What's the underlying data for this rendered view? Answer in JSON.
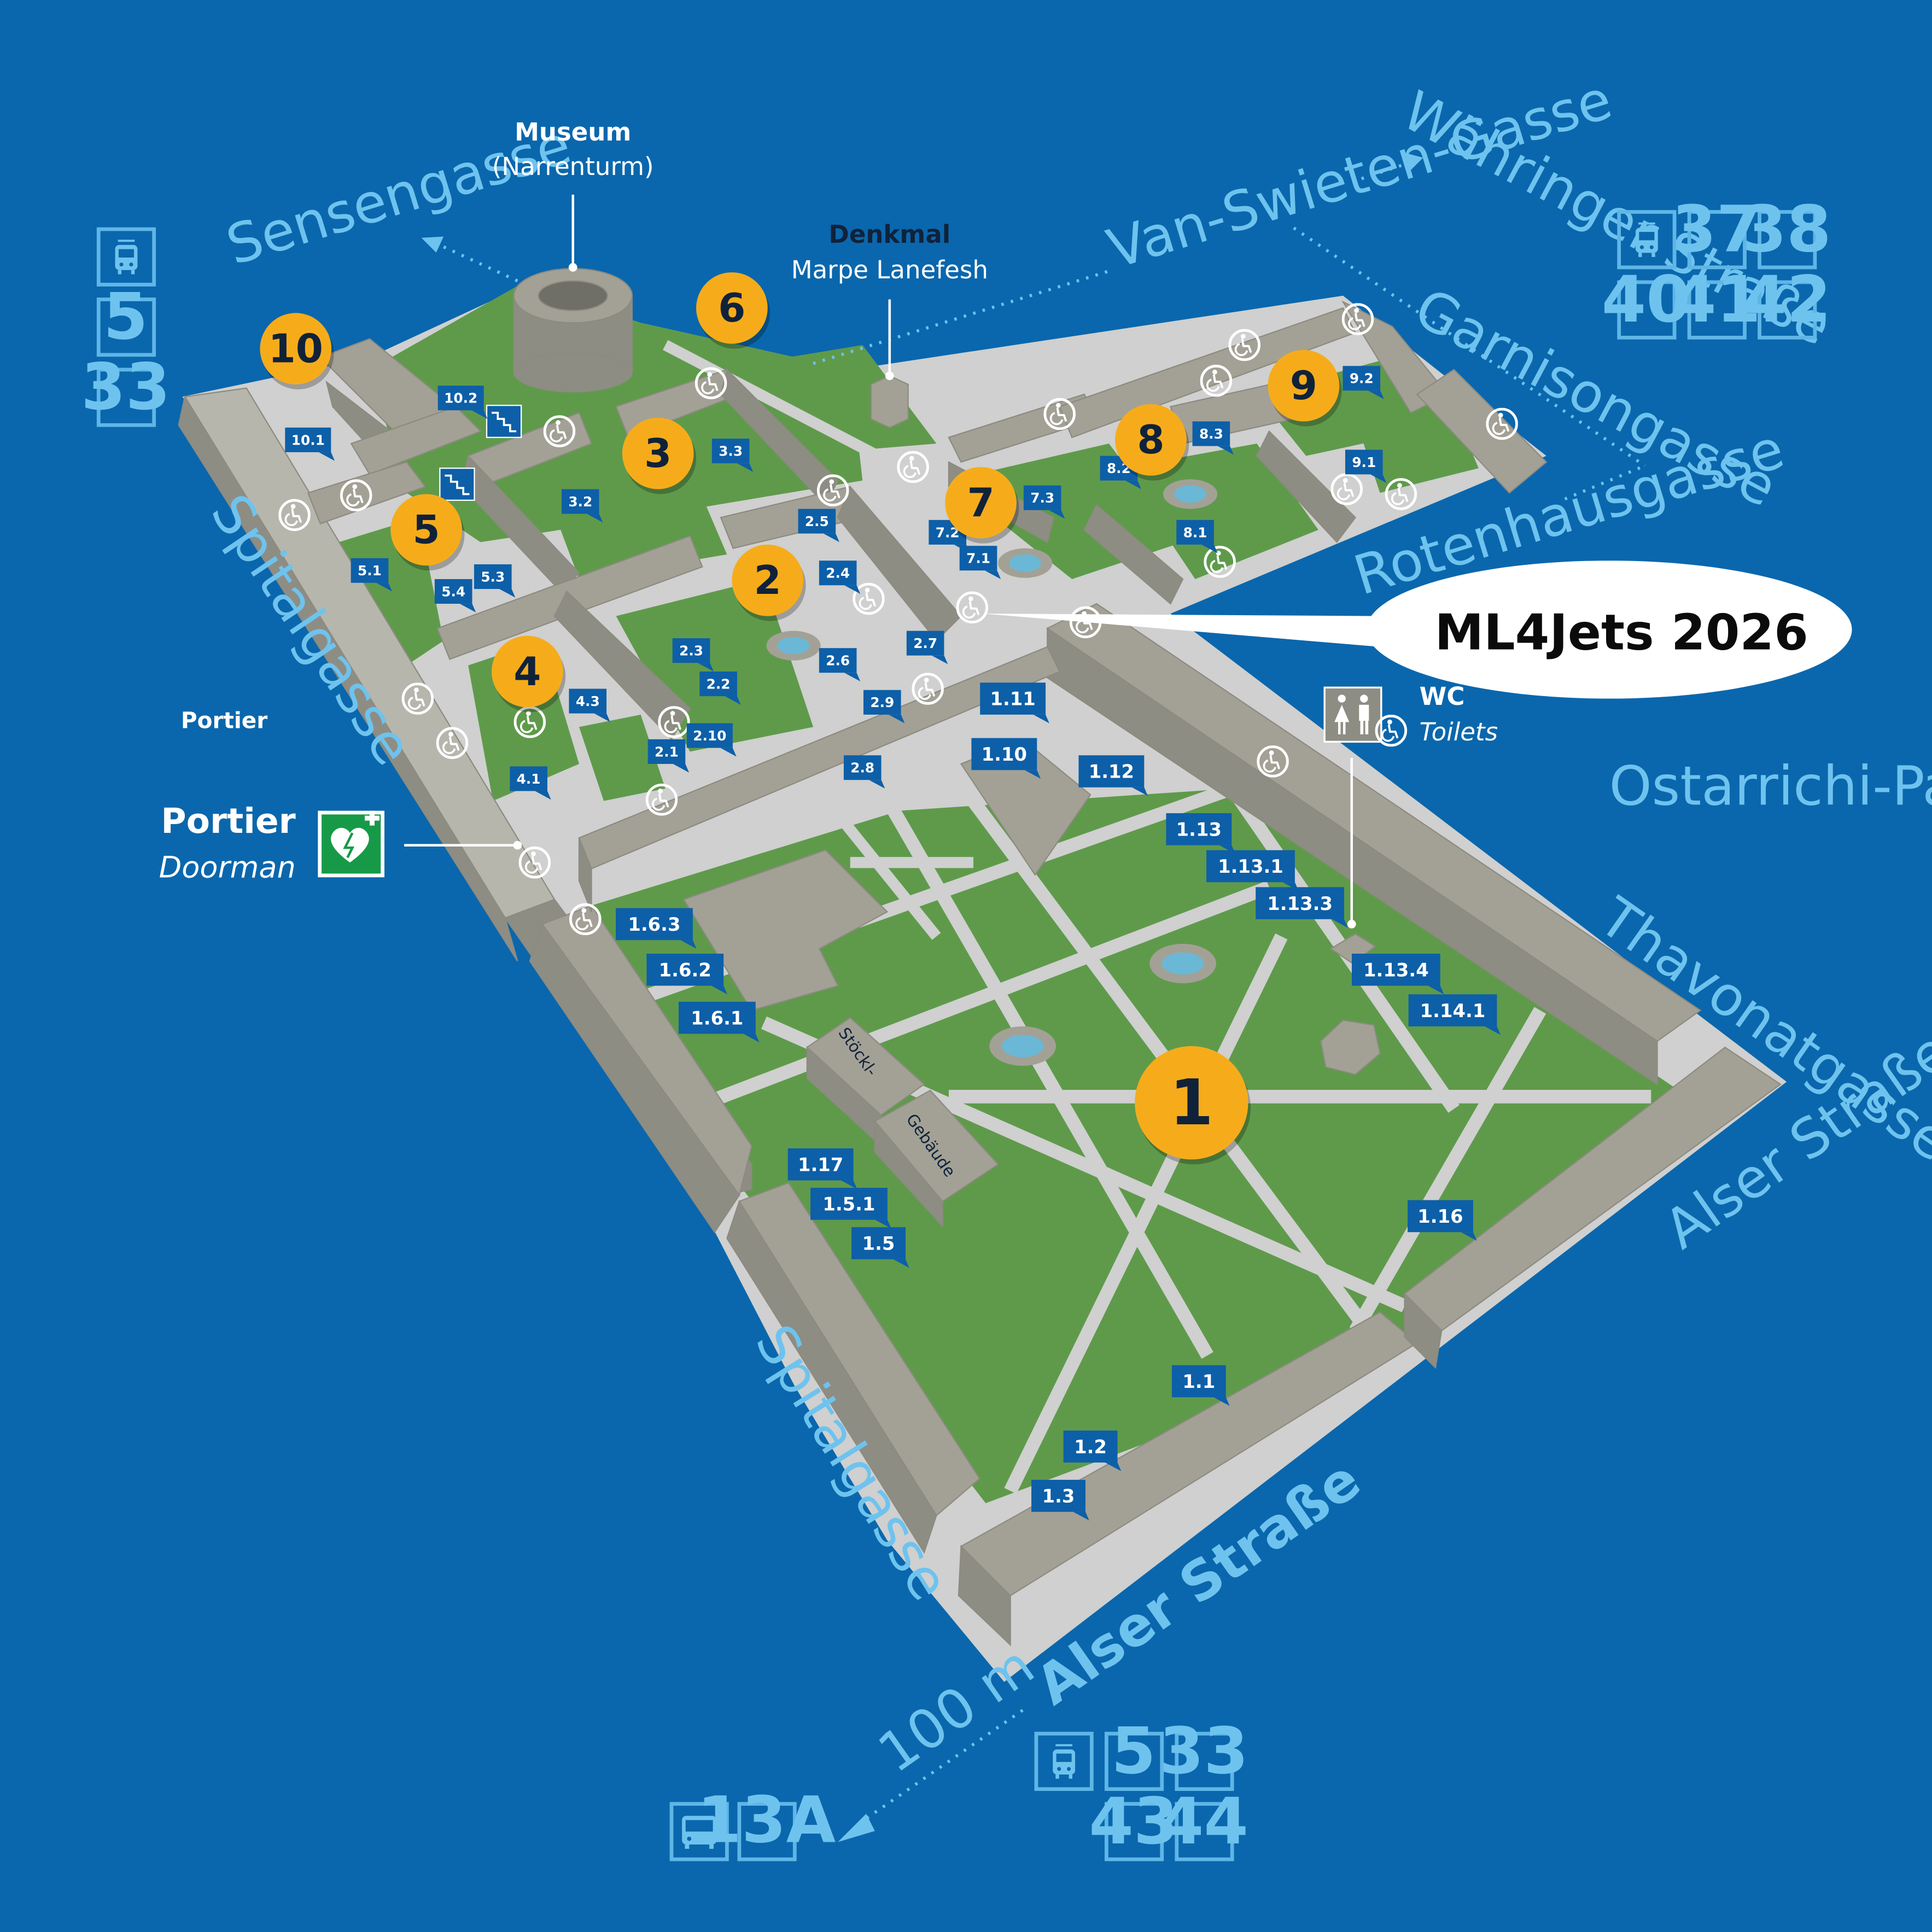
{
  "map": {
    "event_label": "ML4Jets 2026",
    "landmarks": {
      "museum_title": "Museum",
      "museum_subtitle": "(Narrenturm)",
      "memorial_title": "Denkmal",
      "memorial_subtitle": "Marpe Lanefesh",
      "wc_title": "WC",
      "wc_subtitle": "Toilets",
      "portier_small": "Portier",
      "portier_title": "Portier",
      "portier_subtitle": "Doorman",
      "stoeckl_1": "Stöckl-",
      "stoeckl_2": "Gebäude",
      "park": "Ostarrichi-Park"
    },
    "streets": {
      "sensengasse": "Sensengasse",
      "van_swieten": "Van-Swieten-Gasse",
      "waehringer": "Währinger Straße",
      "garnisongasse": "Garnisongasse",
      "rotenhausgasse": "Rotenhausgasse",
      "spitalgasse_top": "Spitalgasse",
      "spitalgasse_bottom": "Spitalgasse",
      "thavonatgasse": "Thavonatgasse",
      "alser_right": "Alser Straße",
      "alser_bottom": "Alser Straße",
      "distance": "100 m"
    },
    "courtyards": [
      "1",
      "2",
      "3",
      "4",
      "5",
      "6",
      "7",
      "8",
      "9",
      "10"
    ],
    "entrances": [
      "1.1",
      "1.2",
      "1.3",
      "1.5",
      "1.5.1",
      "1.6.1",
      "1.6.2",
      "1.6.3",
      "1.10",
      "1.11",
      "1.12",
      "1.13",
      "1.13.1",
      "1.13.3",
      "1.13.4",
      "1.14.1",
      "1.16",
      "1.17",
      "2.1",
      "2.2",
      "2.3",
      "2.4",
      "2.5",
      "2.6",
      "2.7",
      "2.8",
      "2.9",
      "2.10",
      "3.2",
      "3.3",
      "4.1",
      "4.3",
      "5.1",
      "5.3",
      "5.4",
      "7.1",
      "7.2",
      "7.3",
      "8.1",
      "8.2",
      "8.3",
      "9.1",
      "9.2",
      "10.1",
      "10.2"
    ],
    "transit": {
      "left_lines": [
        "5",
        "33"
      ],
      "topright_lines": [
        "37",
        "38",
        "40",
        "41",
        "42"
      ],
      "bottom_lines": [
        "5",
        "33",
        "43",
        "44"
      ],
      "bus_line": "13A"
    },
    "icons": [
      "tram-icon",
      "bus-icon",
      "wheelchair-icon",
      "stairs-icon",
      "aed-icon",
      "toilet-icon"
    ],
    "colors": {
      "background": "#0a67ad",
      "grass": "#5f9a4b",
      "building": "#a3a196",
      "paths": "#cfd0cf",
      "courtyard_marker": "#f6ac1a",
      "entrance_label": "#0d5fa8",
      "street_labels": "#6ec3ee"
    }
  }
}
